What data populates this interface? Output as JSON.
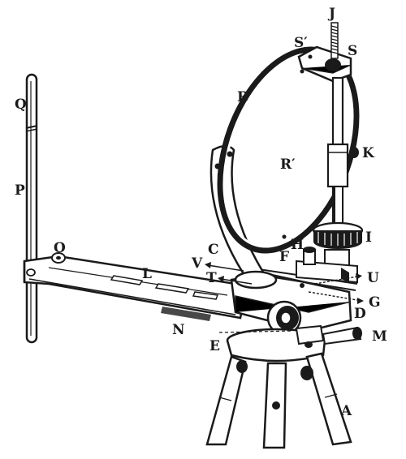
{
  "labels": {
    "J": "J",
    "S_prime": "S′",
    "S": "S",
    "B": "B",
    "Q": "Q",
    "R_prime": "R′",
    "K": "K",
    "P": "P",
    "I": "I",
    "H": "H",
    "O": "O",
    "C": "C",
    "F": "F",
    "V": "V",
    "L": "L",
    "T": "T",
    "U": "U",
    "G": "G",
    "D": "D",
    "N": "N",
    "E": "E",
    "M": "M",
    "A": "A"
  },
  "colors": {
    "ink": "#1a1a1a",
    "paper": "#ffffff"
  }
}
